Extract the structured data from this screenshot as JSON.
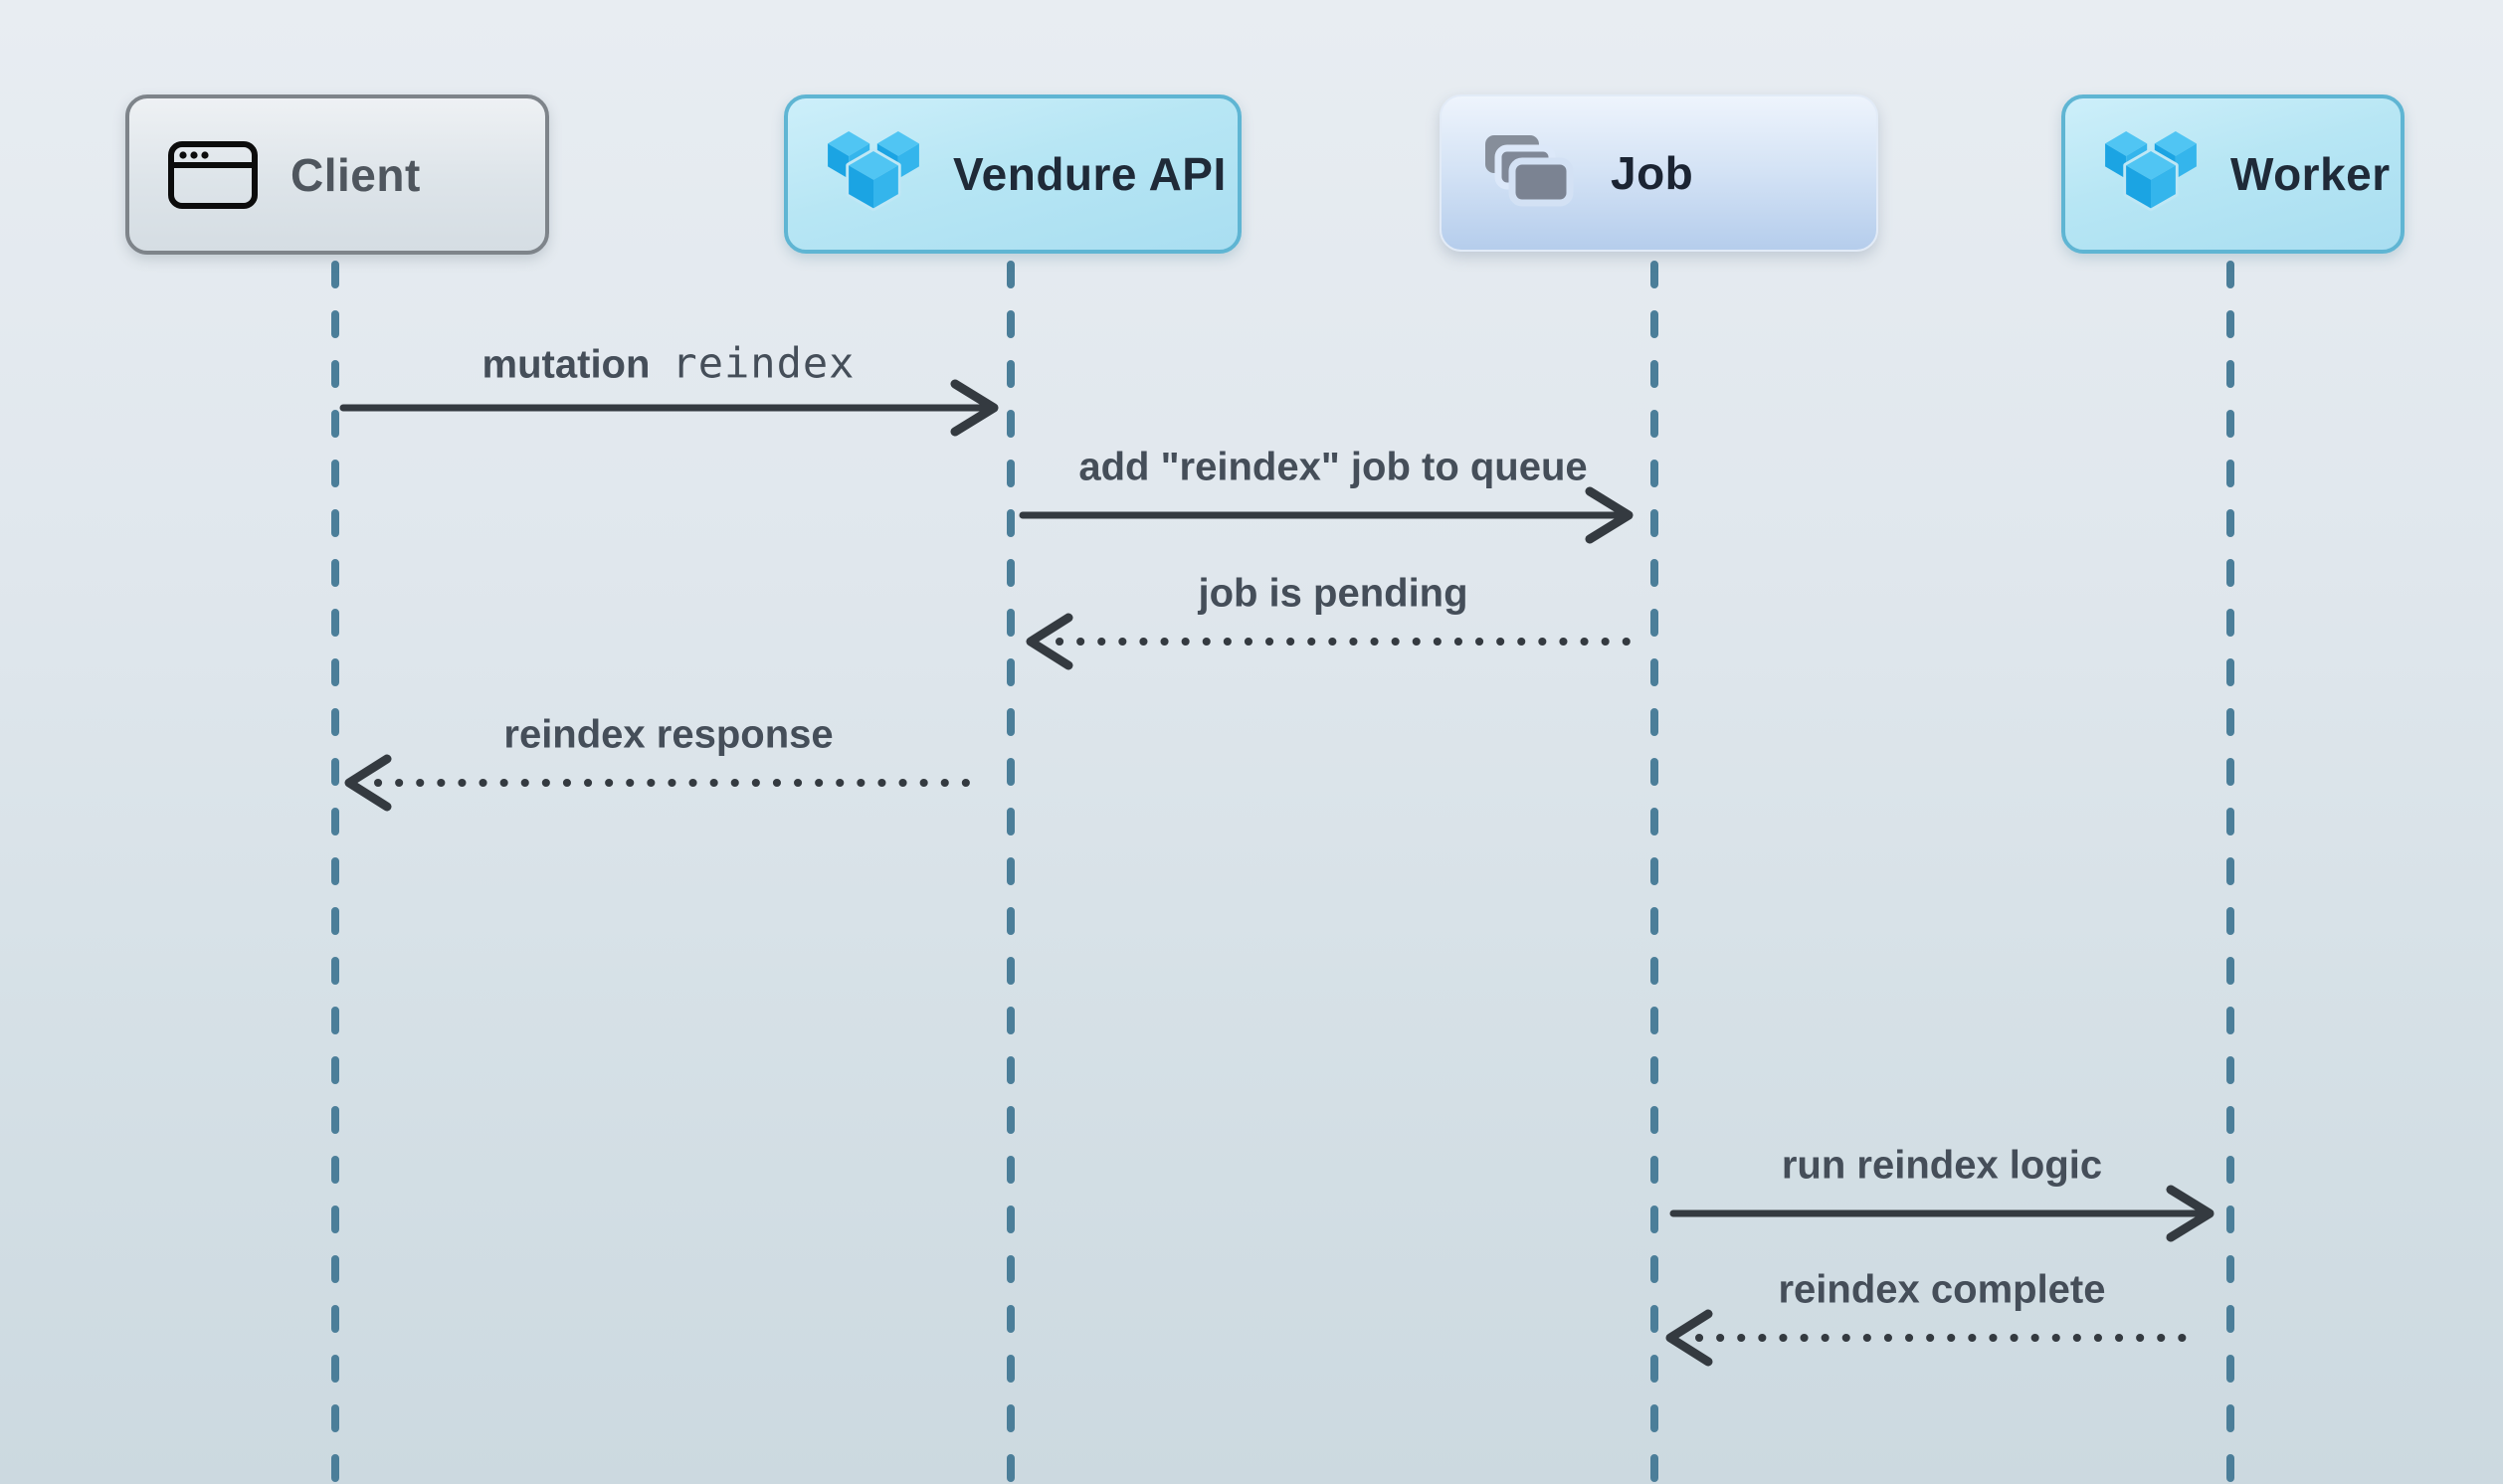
{
  "diagram": {
    "type": "sequence-diagram",
    "actors": [
      {
        "id": "client",
        "label": "Client",
        "icon": "browser-window-icon"
      },
      {
        "id": "vendure-api",
        "label": "Vendure API",
        "icon": "vendure-cubes-icon"
      },
      {
        "id": "job",
        "label": "Job",
        "icon": "stacked-cards-icon"
      },
      {
        "id": "worker",
        "label": "Worker",
        "icon": "vendure-cubes-icon"
      }
    ],
    "messages": [
      {
        "from": "client",
        "to": "vendure-api",
        "label_plain": "mutation",
        "label_code": "reindex",
        "style": "solid"
      },
      {
        "from": "vendure-api",
        "to": "job",
        "label": "add \"reindex\" job to queue",
        "style": "solid"
      },
      {
        "from": "job",
        "to": "vendure-api",
        "label": "job is pending",
        "style": "dotted"
      },
      {
        "from": "vendure-api",
        "to": "client",
        "label": "reindex response",
        "style": "dotted"
      },
      {
        "from": "job",
        "to": "worker",
        "label": "run reindex logic",
        "style": "solid"
      },
      {
        "from": "worker",
        "to": "job",
        "label": "reindex complete",
        "style": "dotted"
      }
    ],
    "colors": {
      "background_top": "#e8edf2",
      "background_bottom": "#ccd9e0",
      "lifeline": "#4b7e99",
      "arrow": "#343a40",
      "label_text": "#454e59",
      "client_border": "#7e848a",
      "client_text": "#4f565e",
      "vendure_box_border": "#5fb5d3",
      "vendure_box_fill": "#b7e6f4",
      "vendure_logo_blue": "#2cb2ea",
      "job_box_fill": "#b5cdec",
      "job_icon_gray": "#7d8695",
      "dark_title_text": "#1f2a38"
    }
  }
}
